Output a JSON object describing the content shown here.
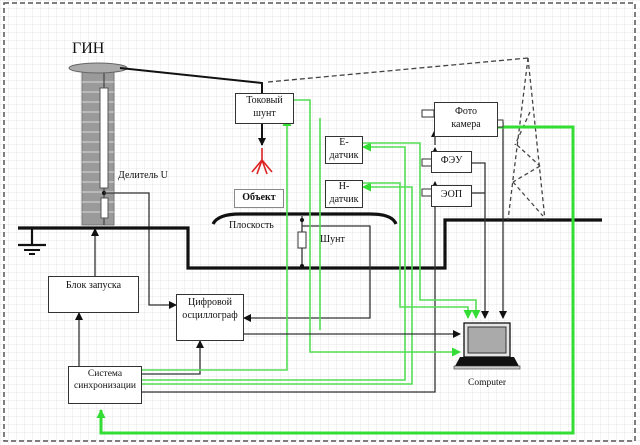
{
  "diagram": {
    "title": "ГИН",
    "colors": {
      "signal_green": "#33dd33",
      "wire_black": "#111111",
      "box_border": "#333333",
      "tower_gray": "#999999",
      "spark_red": "#dd2222"
    },
    "nodes": {
      "gin": {
        "label": "ГИН"
      },
      "divider": {
        "label": "Делитель U"
      },
      "current_shunt": {
        "line1": "Токовый",
        "line2": "шунт"
      },
      "object": {
        "label": "Объект"
      },
      "plane": {
        "label": "Плоскость"
      },
      "shunt": {
        "label": "Шунт"
      },
      "e_sensor": {
        "line1": "Е-",
        "line2": "датчик"
      },
      "h_sensor": {
        "line1": "Н-",
        "line2": "датчик"
      },
      "photo_camera": {
        "line1": "Фото",
        "line2": "камера"
      },
      "feu": {
        "label": "ФЭУ"
      },
      "eop": {
        "label": "ЭОП"
      },
      "trigger_block": {
        "label": "Блок запуска"
      },
      "digital_oscilloscope": {
        "line1": "Цифровой",
        "line2": "осциллограф"
      },
      "sync_system": {
        "line1": "Система",
        "line2": "синхронизации"
      },
      "computer": {
        "label": "Computer"
      }
    },
    "edges": [
      {
        "from": "gin",
        "to": "current_shunt",
        "style": "black"
      },
      {
        "from": "current_shunt",
        "to": "object",
        "style": "black-arrow"
      },
      {
        "from": "divider",
        "to": "digital_oscilloscope",
        "style": "black-arrow"
      },
      {
        "from": "trigger_block",
        "to": "gin",
        "style": "black-arrow"
      },
      {
        "from": "sync_system",
        "to": "trigger_block",
        "style": "black-arrow"
      },
      {
        "from": "sync_system",
        "to": "digital_oscilloscope",
        "style": "black-arrow"
      },
      {
        "from": "sync_system",
        "to": "current_shunt",
        "style": "green-arrow"
      },
      {
        "from": "sync_system",
        "to": "e_sensor",
        "style": "green-arrow"
      },
      {
        "from": "sync_system",
        "to": "h_sensor",
        "style": "green-arrow"
      },
      {
        "from": "sync_system",
        "to": "eop",
        "style": "black-arrow"
      },
      {
        "from": "current_shunt",
        "to": "computer",
        "style": "green-arrow"
      },
      {
        "from": "e_sensor",
        "to": "computer",
        "style": "green-arrow"
      },
      {
        "from": "h_sensor",
        "to": "computer",
        "style": "green-arrow"
      },
      {
        "from": "feu",
        "to": "computer",
        "style": "black-arrow"
      },
      {
        "from": "eop",
        "to": "computer",
        "style": "black-arrow"
      },
      {
        "from": "photo_camera",
        "to": "sync_system",
        "style": "green-thick-arrow"
      },
      {
        "from": "shunt",
        "to": "digital_oscilloscope",
        "style": "black-arrow"
      },
      {
        "from": "digital_oscilloscope",
        "to": "computer",
        "style": "black-arrow"
      }
    ]
  }
}
